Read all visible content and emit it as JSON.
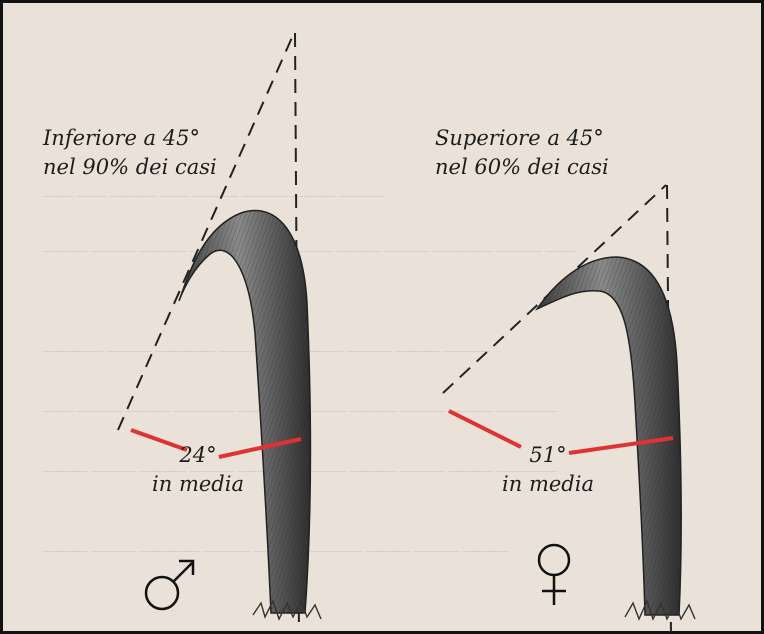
{
  "male": {
    "caption_line1": "Inferiore a 45°",
    "caption_line2": "nel 90% dei casi",
    "angle": "24°",
    "angle_note": "in media",
    "symbol": "♂"
  },
  "female": {
    "caption_line1": "Superiore a 45°",
    "caption_line2": "nel 60% dei casi",
    "angle": "51°",
    "angle_note": "in media",
    "symbol": "♀"
  },
  "colors": {
    "paper": "#eae2d8",
    "ink": "#1d1d1d",
    "angle_line": "#e03232",
    "shaft": "#555555",
    "frame": "#111111"
  }
}
